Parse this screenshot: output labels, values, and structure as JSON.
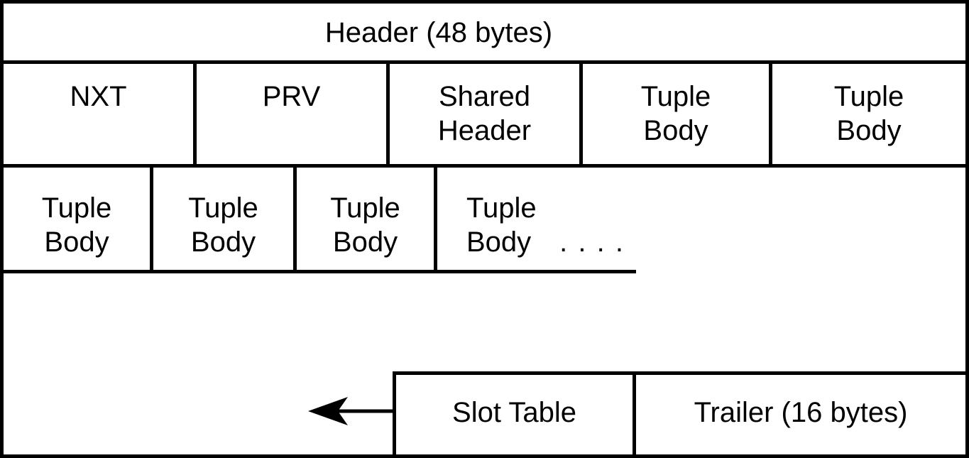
{
  "diagram": {
    "title": "Header (48 bytes)",
    "row2": {
      "cells": [
        {
          "label": "NXT"
        },
        {
          "label": "PRV"
        },
        {
          "line1": "Shared",
          "line2": "Header"
        },
        {
          "line1": "Tuple",
          "line2": "Body"
        },
        {
          "line1": "Tuple",
          "line2": "Body"
        }
      ]
    },
    "row3": {
      "cells": [
        {
          "line1": "Tuple",
          "line2": "Body"
        },
        {
          "line1": "Tuple",
          "line2": "Body"
        },
        {
          "line1": "Tuple",
          "line2": "Body"
        },
        {
          "line1": "Tuple",
          "line2": "Body",
          "ellipsis": ". . . ."
        }
      ]
    },
    "bottom": {
      "slot_table_label": "Slot Table",
      "trailer_label": "Trailer (16 bytes)"
    },
    "colors": {
      "line": "#000000",
      "background": "#ffffff"
    }
  }
}
